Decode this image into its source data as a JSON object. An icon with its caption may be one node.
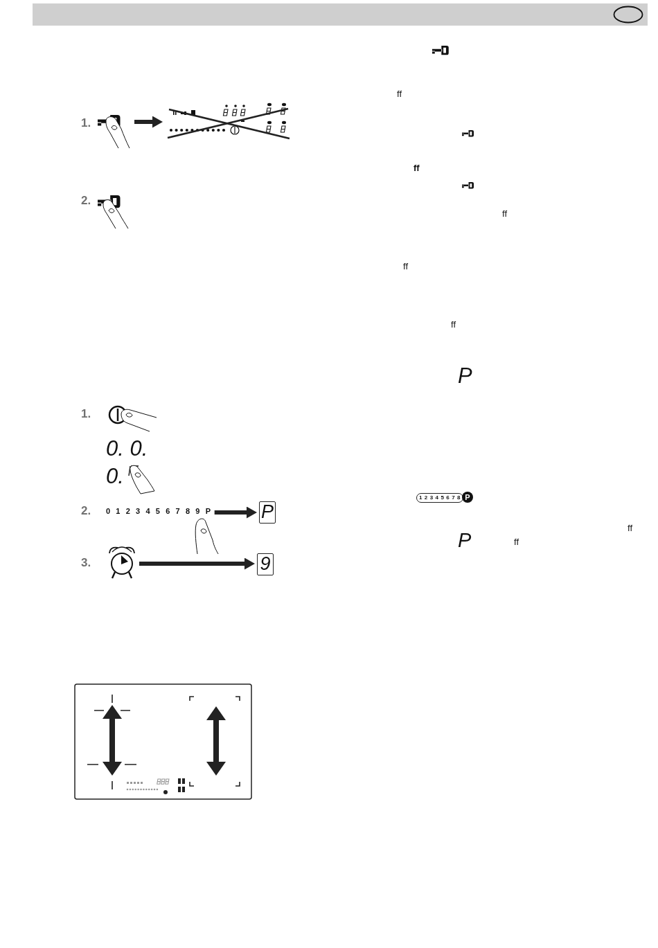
{
  "diagram": {
    "nodes": [
      {
        "text": [],
        "shape": "picture"
      },
      {
        "text": [],
        "shape": "picture"
      },
      {
        "text": [
          "0 1 2 3 4 5 6 7 8 9 P"
        ]
      },
      {
        "text": [
          "P"
        ]
      },
      {
        "text": [],
        "shape": "picture"
      },
      {
        "text": [
          "9"
        ]
      }
    ],
    "edges": [
      {
        "from": 0,
        "to": 1,
        "arrow": "to"
      },
      {
        "from": 2,
        "to": 3,
        "arrow": "to"
      },
      {
        "from": 4,
        "to": 5,
        "arrow": "to"
      }
    ],
    "labels": [
      "1.",
      "2.",
      "1.",
      "0. 0.",
      "0.",
      "2.",
      "3.",
      "ff",
      "ff",
      "ff",
      "ff",
      "ff",
      "P",
      "1 2 3 4 5 6 7 8",
      "P",
      "ff",
      "P",
      "ff"
    ]
  }
}
